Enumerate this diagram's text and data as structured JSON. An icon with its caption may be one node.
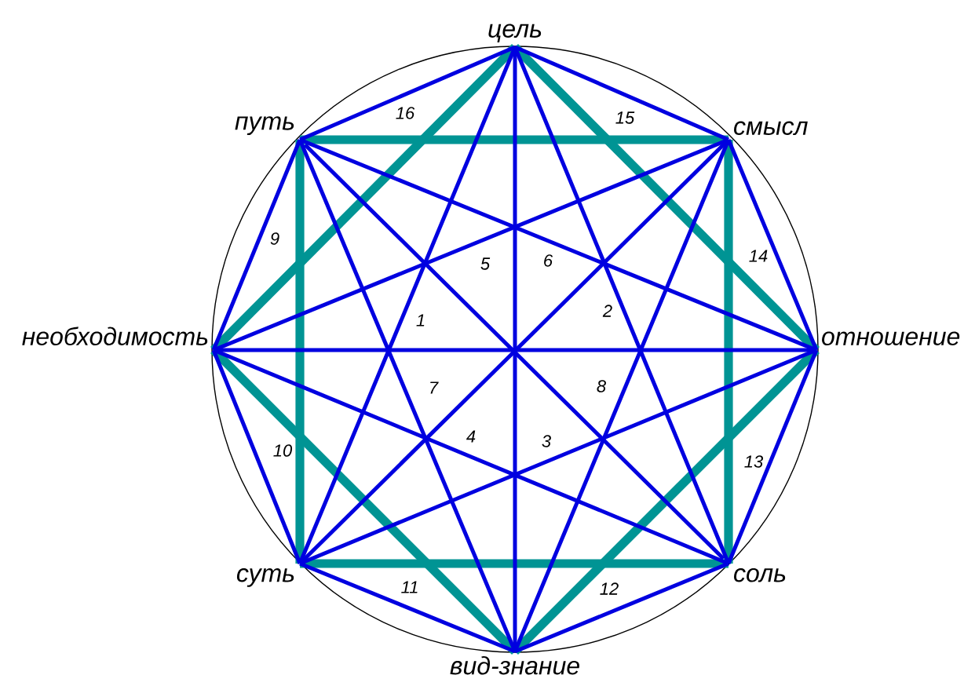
{
  "diagram": {
    "nodes": [
      {
        "text": [
          "цель"
        ]
      },
      {
        "text": [
          "путь"
        ]
      },
      {
        "text": [
          "смысл"
        ]
      },
      {
        "text": [
          "необходимость"
        ]
      },
      {
        "text": [
          "отношение"
        ]
      },
      {
        "text": [
          "суть"
        ]
      },
      {
        "text": [
          "соль"
        ]
      },
      {
        "text": [
          "вид-знание"
        ]
      }
    ],
    "edges": [
      {
        "from": 0,
        "to": 2,
        "arrow": "none"
      },
      {
        "from": 2,
        "to": 4,
        "arrow": "none"
      },
      {
        "from": 4,
        "to": 6,
        "arrow": "none"
      },
      {
        "from": 6,
        "to": 7,
        "arrow": "none"
      },
      {
        "from": 7,
        "to": 5,
        "arrow": "none"
      },
      {
        "from": 5,
        "to": 3,
        "arrow": "none"
      },
      {
        "from": 3,
        "to": 1,
        "arrow": "none"
      },
      {
        "from": 1,
        "to": 0,
        "arrow": "none"
      },
      {
        "from": 0,
        "to": 6,
        "arrow": "none"
      },
      {
        "from": 2,
        "to": 7,
        "arrow": "none"
      },
      {
        "from": 4,
        "to": 5,
        "arrow": "none"
      },
      {
        "from": 6,
        "to": 3,
        "arrow": "none"
      },
      {
        "from": 7,
        "to": 1,
        "arrow": "none"
      },
      {
        "from": 5,
        "to": 0,
        "arrow": "none"
      },
      {
        "from": 3,
        "to": 2,
        "arrow": "none"
      },
      {
        "from": 1,
        "to": 4,
        "arrow": "none"
      },
      {
        "from": 0,
        "to": 7,
        "arrow": "none"
      },
      {
        "from": 2,
        "to": 5,
        "arrow": "none"
      },
      {
        "from": 4,
        "to": 3,
        "arrow": "none"
      },
      {
        "from": 6,
        "to": 1,
        "arrow": "none"
      },
      {
        "from": 0,
        "to": 4,
        "arrow": "none",
        "style": "thick",
        "color": "#009494"
      },
      {
        "from": 4,
        "to": 7,
        "arrow": "none",
        "style": "thick",
        "color": "#009494"
      },
      {
        "from": 7,
        "to": 3,
        "arrow": "none",
        "style": "thick",
        "color": "#009494"
      },
      {
        "from": 3,
        "to": 0,
        "arrow": "none",
        "style": "thick",
        "color": "#009494"
      },
      {
        "from": 1,
        "to": 2,
        "arrow": "none",
        "style": "thick",
        "color": "#009494"
      },
      {
        "from": 2,
        "to": 6,
        "arrow": "none",
        "style": "thick",
        "color": "#009494"
      },
      {
        "from": 6,
        "to": 5,
        "arrow": "none",
        "style": "thick",
        "color": "#009494"
      },
      {
        "from": 5,
        "to": 1,
        "arrow": "none",
        "style": "thick",
        "color": "#009494"
      }
    ],
    "labels": [
      "16",
      "15",
      "9",
      "5",
      "6",
      "14",
      "1",
      "2",
      "7",
      "8",
      "10",
      "4",
      "3",
      "13",
      "11",
      "12"
    ]
  }
}
